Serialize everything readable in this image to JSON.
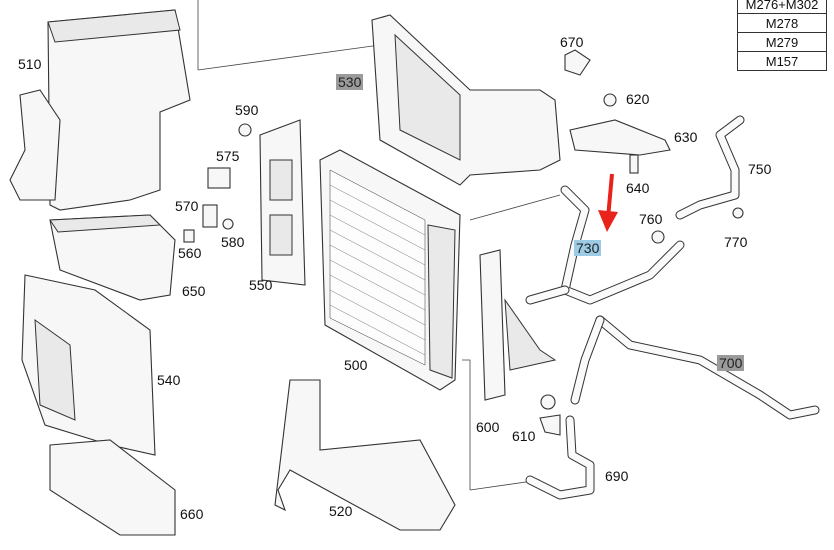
{
  "variant_table": {
    "rows": [
      "M276+M302",
      "M278",
      "M279",
      "M157"
    ]
  },
  "callouts": {
    "c500": "500",
    "c510": "510",
    "c520": "520",
    "c530": "530",
    "c540": "540",
    "c550": "550",
    "c560": "560",
    "c570": "570",
    "c575": "575",
    "c580": "580",
    "c590": "590",
    "c600": "600",
    "c610": "610",
    "c620": "620",
    "c630": "630",
    "c640": "640",
    "c650": "650",
    "c660": "660",
    "c670": "670",
    "c690": "690",
    "c700": "700",
    "c730": "730",
    "c750": "750",
    "c760": "760",
    "c770": "770"
  },
  "highlights": {
    "gray": [
      "530",
      "700"
    ],
    "blue": [
      "730"
    ]
  },
  "colors": {
    "arrow": "#e8231c",
    "highlight_gray": "#9b9b9b",
    "highlight_blue": "#9ccbe6"
  }
}
